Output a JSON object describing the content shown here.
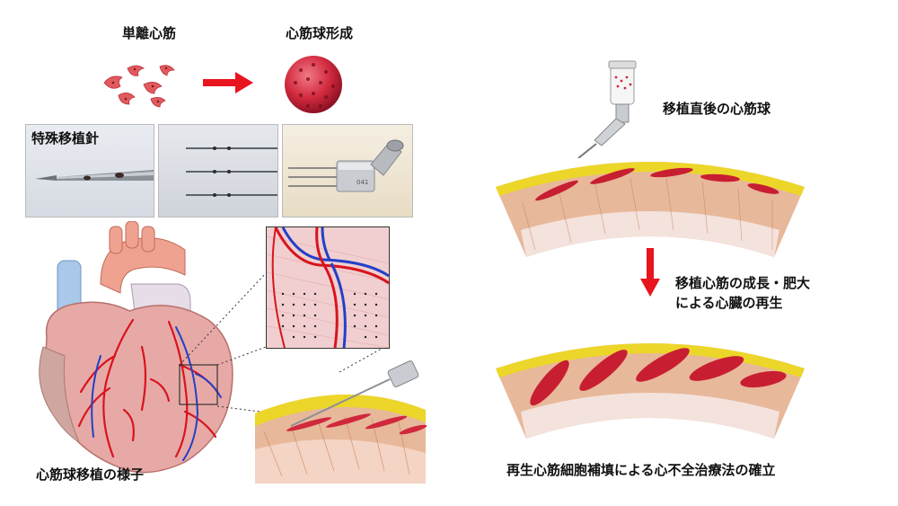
{
  "labels": {
    "single_cardiomyocyte": "単離心筋",
    "spheroid_formation": "心筋球形成",
    "special_needle": "特殊移植針",
    "transplant_view": "心筋球移植の様子",
    "just_after": "移植直後の心筋球",
    "growth_line1": "移植心筋の成長・肥大",
    "growth_line2": "による心臓の再生",
    "conclusion": "再生心筋細胞補填による心不全治療法の確立"
  },
  "needle_mark": "041",
  "colors": {
    "arrow_red": "#e8141e",
    "myocardium_tan": "#e7b89a",
    "fat_yellow": "#ecd62a",
    "spheroid_red": "#c81e32",
    "artery_red": "#d8141e",
    "vein_blue": "#2240c8"
  }
}
